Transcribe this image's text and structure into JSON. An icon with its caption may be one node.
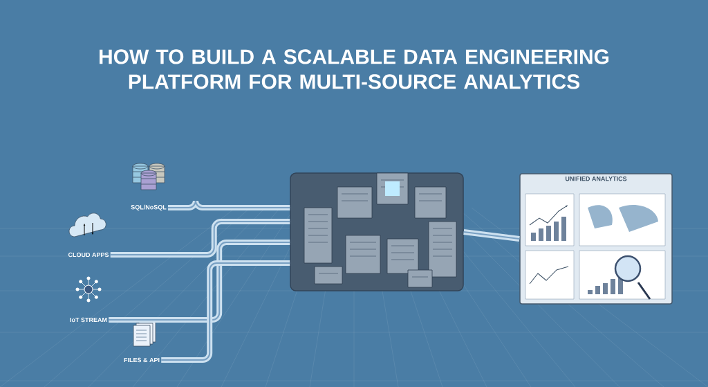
{
  "diagram": {
    "title": "HOW TO BUILD A SCALABLE DATA ENGINEERING PLATFORM FOR MULTI-SOURCE ANALYTICS",
    "nodes": [
      {
        "text": [
          "SQL/NoSQL"
        ]
      },
      {
        "text": [
          "CLOUD APPS"
        ]
      },
      {
        "text": [
          "IoT STREAM"
        ]
      },
      {
        "text": [
          "FILES & API"
        ]
      },
      {
        "text": [],
        "shape": "picture"
      },
      {
        "text": [
          "UNIFIED ANALYTICS"
        ]
      }
    ],
    "edges": [
      {
        "from": 0,
        "to": 4,
        "arrow": "none"
      },
      {
        "from": 1,
        "to": 4,
        "arrow": "none"
      },
      {
        "from": 2,
        "to": 4,
        "arrow": "none"
      },
      {
        "from": 3,
        "to": 4,
        "arrow": "none"
      },
      {
        "from": 4,
        "to": 5,
        "arrow": "none"
      }
    ]
  }
}
